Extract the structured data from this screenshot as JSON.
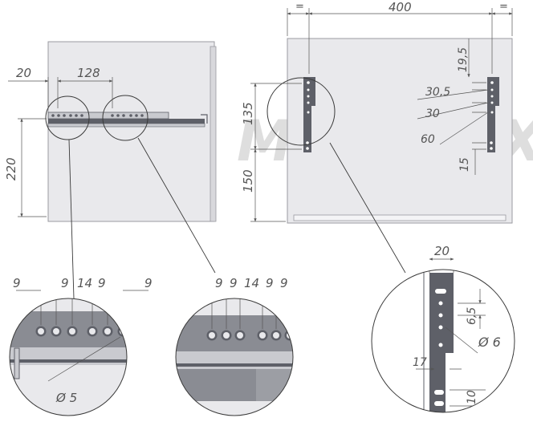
{
  "colors": {
    "panel": "#e9e9ec",
    "panel_edge": "#9a9aa0",
    "rail": "#5e6068",
    "rail_light": "#c9cacf",
    "hole": "#ffffff",
    "line": "#3a3a3a",
    "dim": "#555555"
  },
  "watermark": "MAXIMAX",
  "left_view": {
    "w_offset": "20",
    "w_spacing": "128",
    "h_rail": "220"
  },
  "right_view": {
    "w_equal_left": "=",
    "w_total": "400",
    "w_equal_right": "=",
    "h_upper": "135",
    "h_lower": "150",
    "d_19_5": "19,5",
    "d_30_5": "30,5",
    "d_30": "30",
    "d_60": "60",
    "d_15": "15"
  },
  "detail_left": {
    "d1": "9",
    "d2": "9",
    "d3": "14",
    "d4": "9",
    "d5": "9",
    "hole_diameter": "Ø 5"
  },
  "detail_mid": {
    "d1": "9",
    "d2": "9",
    "d3": "14",
    "d4": "9",
    "d5": "9"
  },
  "detail_right": {
    "width": "20",
    "offset": "6,5",
    "hole_diameter": "Ø 6",
    "d_17": "17",
    "d_10": "10"
  }
}
